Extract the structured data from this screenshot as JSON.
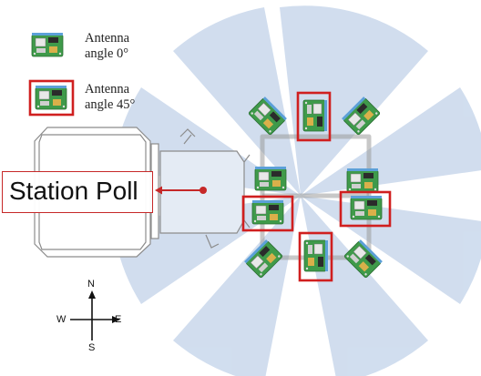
{
  "legend": {
    "items": [
      {
        "line1": "Antenna",
        "line2": "angle 0°",
        "highlighted": false
      },
      {
        "line1": "Antenna",
        "line2": "angle 45°",
        "highlighted": true
      }
    ]
  },
  "station": {
    "label": "Station Poll"
  },
  "compass": {
    "north": "N",
    "south": "S",
    "east": "E",
    "west": "W"
  },
  "colors": {
    "coverage": "#c9d8ec",
    "highlight": "#d01f1f",
    "board": "#3f9a4a",
    "vehicle_outline": "#8c8c8c",
    "station": "#c62828"
  }
}
